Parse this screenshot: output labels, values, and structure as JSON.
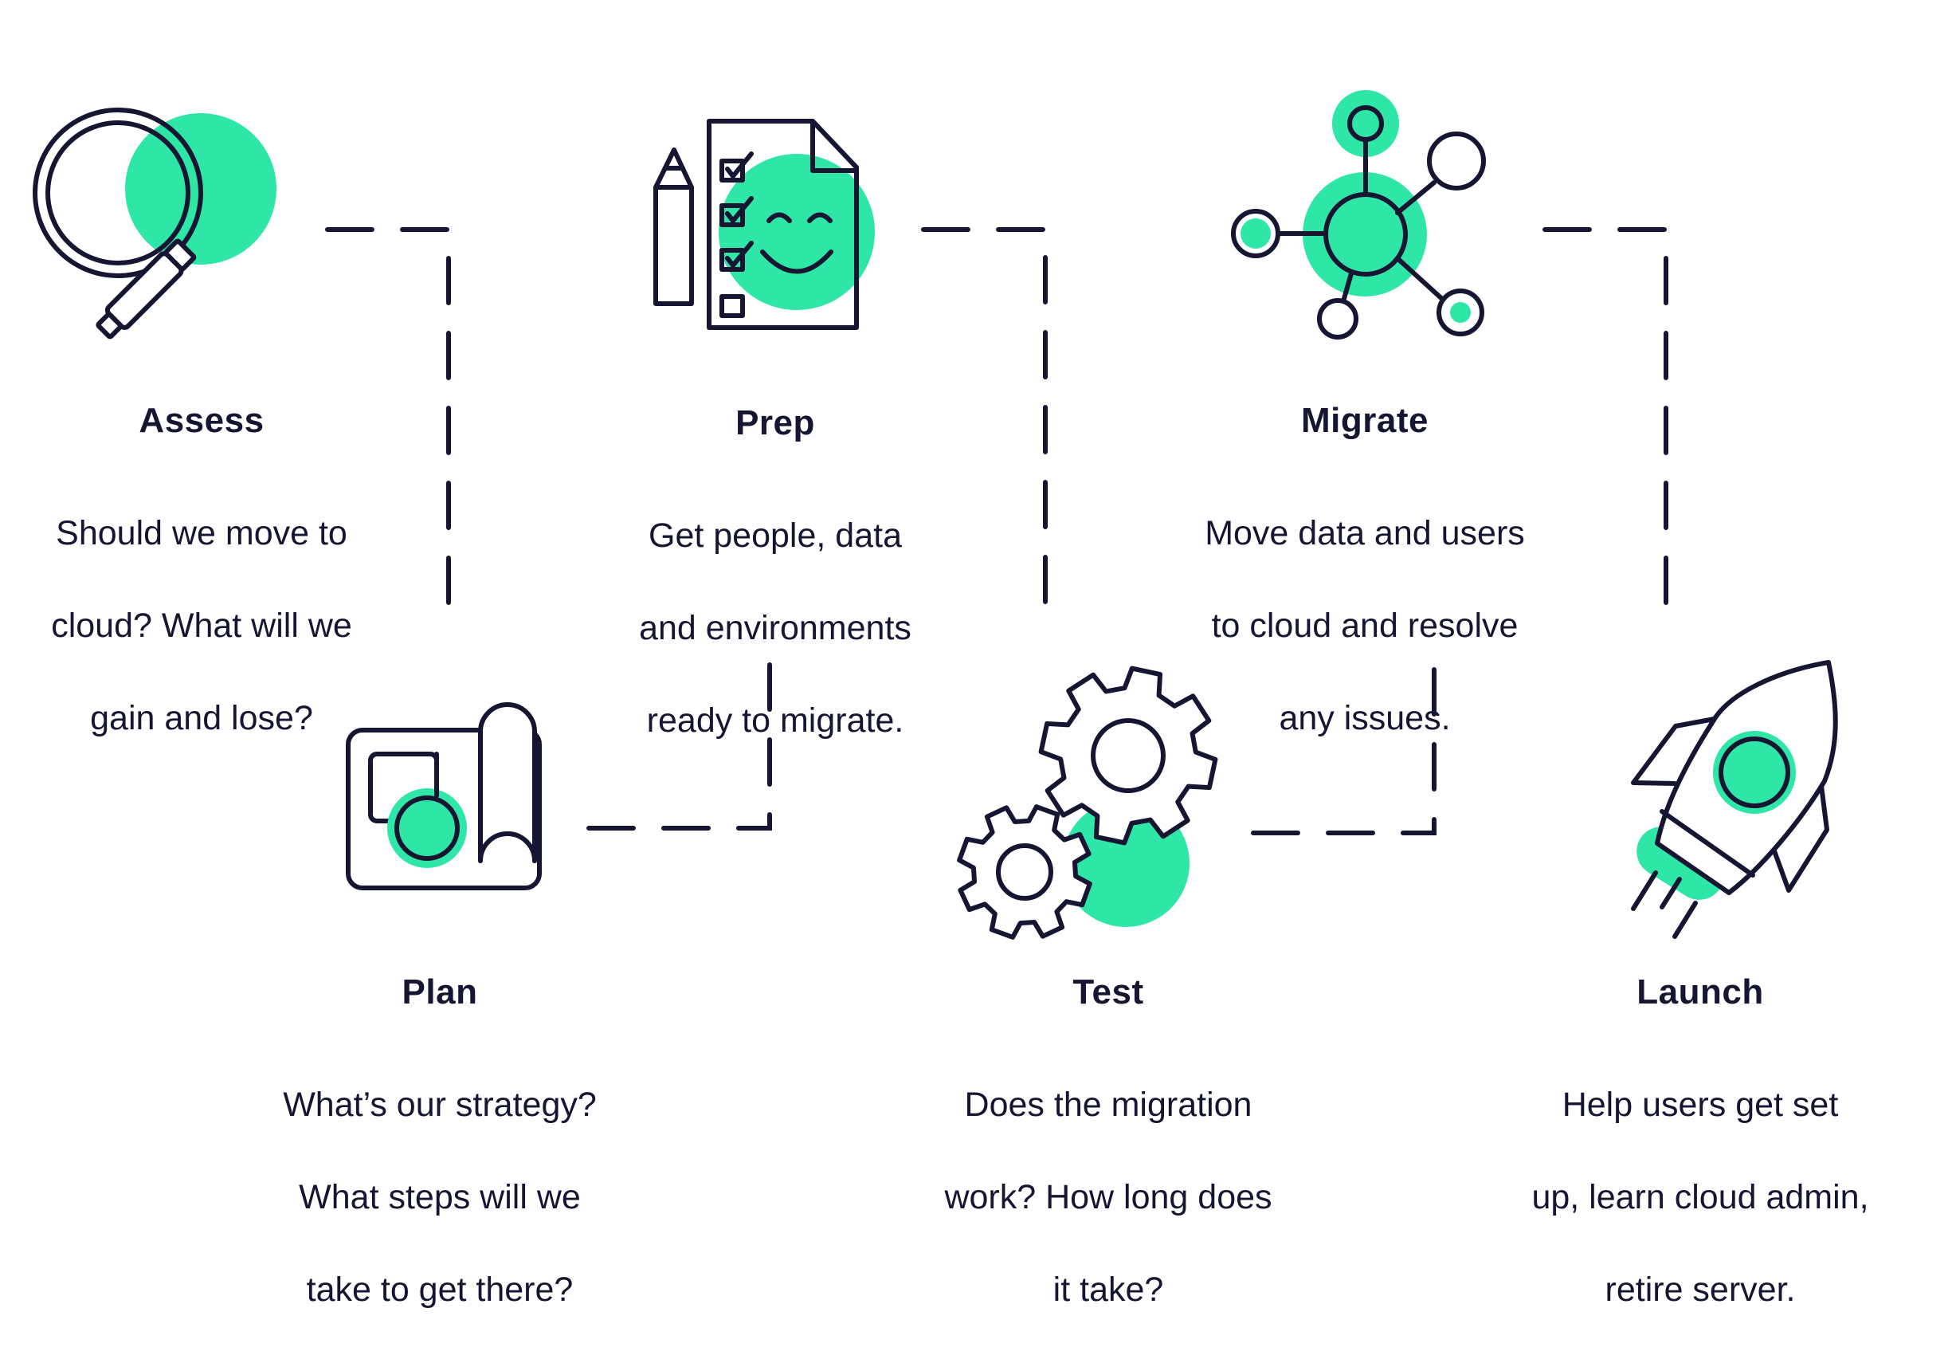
{
  "colors": {
    "ink": "#161632",
    "accent": "#2EE6A6",
    "background": "#FFFFFF"
  },
  "steps": [
    {
      "id": "assess",
      "title": "Assess",
      "icon": "magnifying-glass-icon",
      "description_lines": [
        "Should we move to",
        "cloud? What will we",
        "gain and lose?"
      ]
    },
    {
      "id": "plan",
      "title": "Plan",
      "icon": "blueprint-icon",
      "description_lines": [
        "What’s our strategy?",
        "What steps will we",
        "take to get there?"
      ]
    },
    {
      "id": "prep",
      "title": "Prep",
      "icon": "checklist-icon",
      "description_lines": [
        "Get people, data",
        "and environments",
        "ready to migrate."
      ]
    },
    {
      "id": "test",
      "title": "Test",
      "icon": "gears-icon",
      "description_lines": [
        "Does the migration",
        "work? How long does",
        "it take?"
      ]
    },
    {
      "id": "migrate",
      "title": "Migrate",
      "icon": "network-icon",
      "description_lines": [
        "Move data and users",
        "to cloud and resolve",
        "any issues."
      ]
    },
    {
      "id": "launch",
      "title": "Launch",
      "icon": "rocket-icon",
      "description_lines": [
        "Help users get set",
        "up, learn cloud admin,",
        "retire server."
      ]
    }
  ],
  "flow": [
    "Assess",
    "Plan",
    "Prep",
    "Test",
    "Migrate",
    "Launch"
  ]
}
